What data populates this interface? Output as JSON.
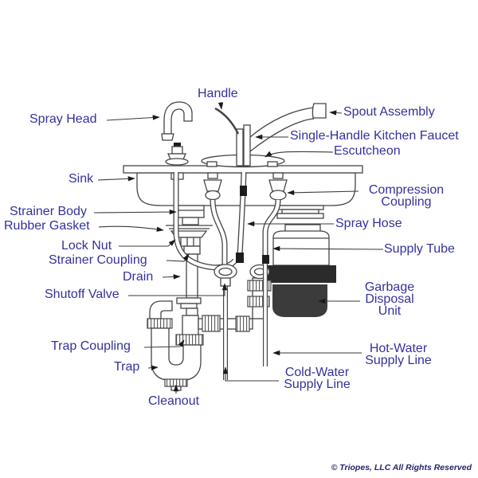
{
  "labels": {
    "handle": "Handle",
    "spray_head": "Spray Head",
    "spout_assembly": "Spout Assembly",
    "single_handle_kitchen_faucet": "Single-Handle Kitchen Faucet",
    "escutcheon": "Escutcheon",
    "sink": "Sink",
    "compression_coupling": [
      "Compression",
      "Coupling"
    ],
    "strainer_body": "Strainer Body",
    "rubber_gasket": "Rubber Gasket",
    "lock_nut": "Lock Nut",
    "strainer_coupling": "Strainer Coupling",
    "drain": "Drain",
    "shutoff_valve": "Shutoff Valve",
    "spray_hose": "Spray Hose",
    "supply_tube": "Supply Tube",
    "garbage_disposal_unit": [
      "Garbage",
      "Disposal",
      "Unit"
    ],
    "trap_coupling": "Trap Coupling",
    "trap": "Trap",
    "cleanout": "Cleanout",
    "hot_water_supply_line": [
      "Hot-Water",
      "Supply Line"
    ],
    "cold_water_supply_line": [
      "Cold-Water",
      "Supply Line"
    ]
  },
  "footer": {
    "copyright": "© Triopes, LLC All Rights Reserved"
  },
  "colors": {
    "label_text": "#32329e",
    "line": "#454545",
    "disposal_dark": "#2b2b2b",
    "disposal_body": "#3b3b3b",
    "copyright": "#24246e"
  }
}
